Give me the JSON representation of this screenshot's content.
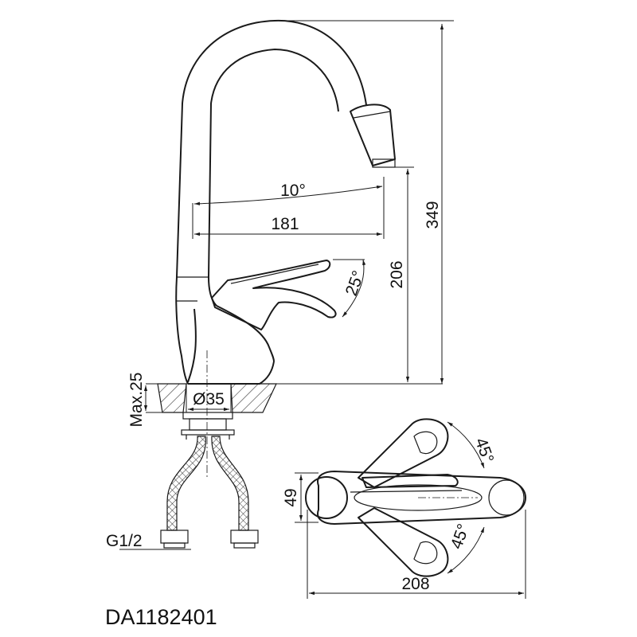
{
  "dimensions": {
    "height_total": "349",
    "height_spout": "206",
    "reach": "181",
    "spout_angle": "10°",
    "lever_angle": "25°",
    "max_thickness": "Max.25",
    "hole_diameter": "Ø35",
    "thread": "G1/2",
    "body_width": "49",
    "top_length": "208",
    "swivel_angle_top": "45°",
    "swivel_angle_bottom": "45°"
  },
  "model": "DA1182401"
}
